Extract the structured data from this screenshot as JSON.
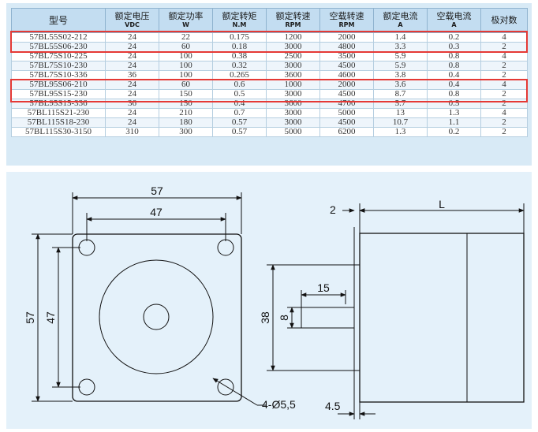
{
  "table": {
    "headers": [
      {
        "label": "型号",
        "unit": ""
      },
      {
        "label": "额定电压",
        "unit": "VDC"
      },
      {
        "label": "额定功率",
        "unit": "W"
      },
      {
        "label": "额定转矩",
        "unit": "N.M"
      },
      {
        "label": "额定转速",
        "unit": "RPM"
      },
      {
        "label": "空载转速",
        "unit": "RPM"
      },
      {
        "label": "额定电流",
        "unit": "A"
      },
      {
        "label": "空载电流",
        "unit": "A"
      },
      {
        "label": "极对数",
        "unit": ""
      }
    ],
    "rows": [
      [
        "57BL55S02-212",
        "24",
        "22",
        "0.175",
        "1200",
        "2000",
        "1.4",
        "0.2",
        "4"
      ],
      [
        "57BL55S06-230",
        "24",
        "60",
        "0.18",
        "3000",
        "4800",
        "3.3",
        "0.3",
        "2"
      ],
      [
        "57BL75S10-225",
        "24",
        "100",
        "0.38",
        "2500",
        "3500",
        "5.9",
        "0.8",
        "4"
      ],
      [
        "57BL75S10-230",
        "24",
        "100",
        "0.32",
        "3000",
        "4500",
        "5.9",
        "0.8",
        "2"
      ],
      [
        "57BL75S10-336",
        "36",
        "100",
        "0.265",
        "3600",
        "4600",
        "3.8",
        "0.4",
        "2"
      ],
      [
        "57BL95S06-210",
        "24",
        "60",
        "0.6",
        "1000",
        "2000",
        "3.6",
        "0.4",
        "4"
      ],
      [
        "57BL95S15-230",
        "24",
        "150",
        "0.5",
        "3000",
        "4500",
        "8.7",
        "0.8",
        "2"
      ],
      [
        "57BL95S15-336",
        "36",
        "150",
        "0.4",
        "3600",
        "4700",
        "5.7",
        "0.5",
        "2"
      ],
      [
        "57BL115S21-230",
        "24",
        "210",
        "0.7",
        "3000",
        "5000",
        "13",
        "1.3",
        "4"
      ],
      [
        "57BL115S18-230",
        "24",
        "180",
        "0.57",
        "3000",
        "4500",
        "10.7",
        "1.1",
        "2"
      ],
      [
        "57BL115S30-3150",
        "310",
        "300",
        "0.57",
        "5000",
        "6200",
        "1.3",
        "0.2",
        "2"
      ]
    ],
    "highlight_color": "#e53935"
  },
  "drawing": {
    "front": {
      "width_label": "57",
      "hole_spacing_label": "47",
      "height_label": "57",
      "hole_vertical_label": "47",
      "holes_label": "4-Ø5,5"
    },
    "side": {
      "flange_label": "2",
      "length_label": "L",
      "shaft_length_label": "15",
      "shaft_diameter_label": "8",
      "pilot_diameter_label": "38",
      "pilot_depth_label": "4.5"
    }
  }
}
